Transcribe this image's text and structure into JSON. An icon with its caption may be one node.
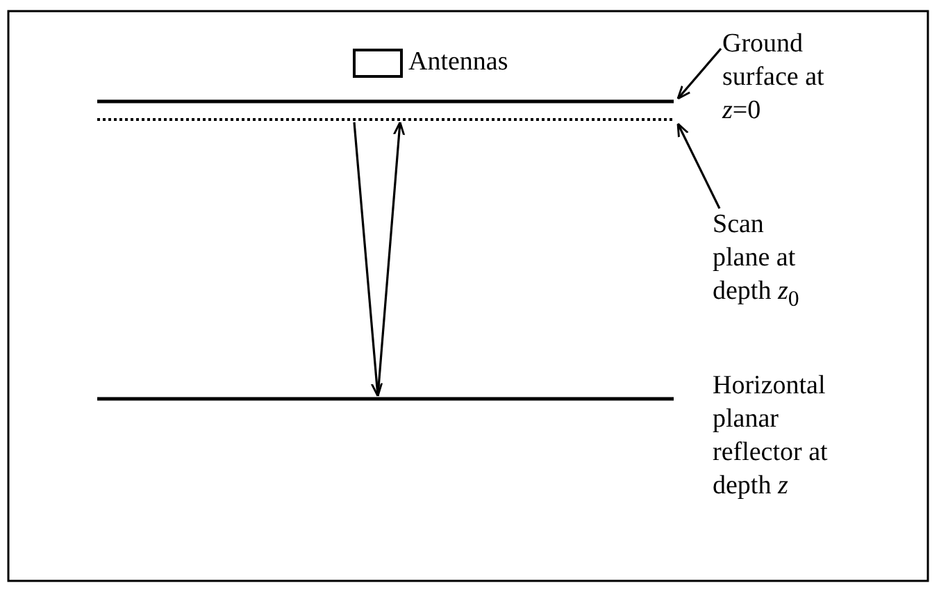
{
  "diagram": {
    "nodes": [
      {
        "text": [],
        "shape": "box",
        "beside": [
          "Antennas"
        ]
      },
      {
        "text": [],
        "shape": "bar"
      },
      {
        "text": [],
        "shape": "bar"
      },
      {
        "text": [],
        "shape": "bar",
        "beside": [
          "Horizontal planar reflector at depth *z*"
        ]
      },
      {
        "text": [
          "Ground surface at *z*=0"
        ]
      },
      {
        "text": [
          "Scan plane at depth *z*$_{0}$"
        ]
      }
    ],
    "edges": [
      {
        "from": 4,
        "to": 1,
        "arrow": "to"
      },
      {
        "from": 5,
        "to": 2,
        "arrow": "to"
      },
      {
        "from": 2,
        "to": 3,
        "arrow": "to"
      },
      {
        "from": 3,
        "to": 2,
        "arrow": "to"
      }
    ]
  }
}
